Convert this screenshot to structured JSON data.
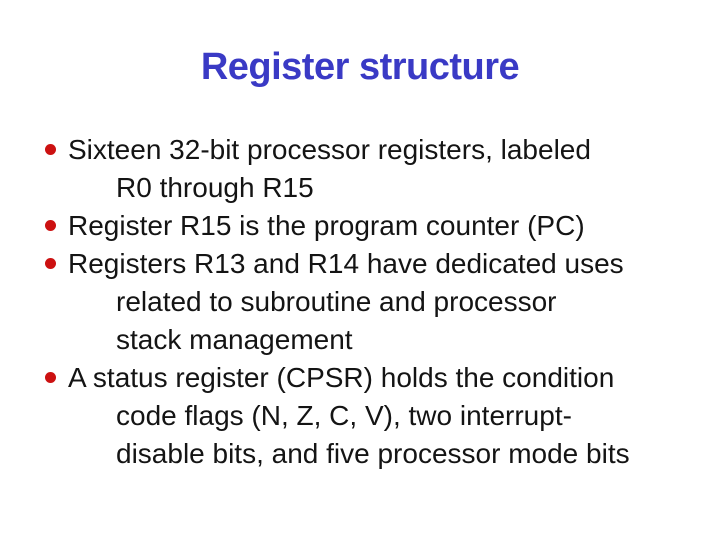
{
  "slide": {
    "title": "Register structure",
    "colors": {
      "title": "#3a3ac5",
      "text": "#141414",
      "bullet": "#cc1111",
      "background": "#ffffff"
    },
    "bullets": [
      {
        "lines": [
          "Sixteen 32-bit processor registers, labeled",
          "R0 through R15"
        ]
      },
      {
        "lines": [
          "Register R15 is the program counter (PC)"
        ]
      },
      {
        "lines": [
          "Registers R13 and R14 have dedicated uses",
          "related to subroutine and processor",
          "stack management"
        ]
      },
      {
        "lines": [
          "A status register (CPSR) holds the condition",
          "code flags (N, Z, C, V), two interrupt-",
          "disable bits, and five processor mode bits"
        ]
      }
    ]
  }
}
